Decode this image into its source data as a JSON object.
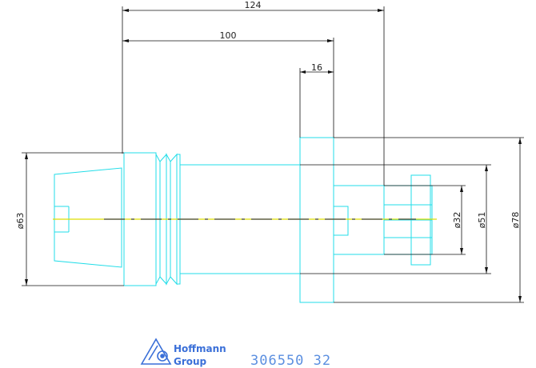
{
  "dimensions": {
    "overall_length": "124",
    "shank_length": "100",
    "flange_width": "16",
    "diameter_63": "ø63",
    "diameter_32": "ø32",
    "diameter_51": "ø51",
    "diameter_78": "ø78"
  },
  "logo": {
    "line1": "Hoffmann",
    "line2": "Group"
  },
  "part_number": "306550 32",
  "colors": {
    "part_outline": "#22dde8",
    "centerline": "#dddd00",
    "dimension": "#111111",
    "brand": "#3a6fd8"
  }
}
